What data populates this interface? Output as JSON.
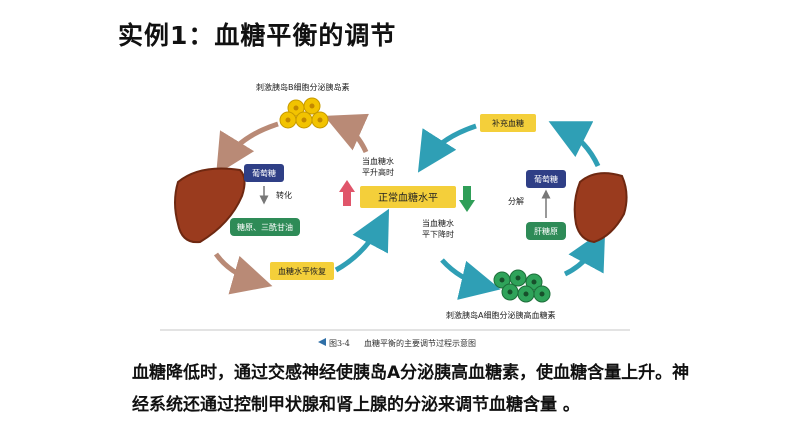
{
  "slide": {
    "title": "实例1：血糖平衡的调节",
    "paragraph": "血糖降低时，通过交感神经使胰岛A分泌胰高血糖素，使血糖含量上升。神经系统还通过控制甲状腺和肾上腺的分泌来调节血糖含量 。"
  },
  "diagram": {
    "top_left_label": "刺激胰岛B细胞分泌胰岛素",
    "bottom_right_label": "刺激胰岛A细胞分泌胰高血糖素",
    "left_glucose": "葡萄糖",
    "left_convert": "转化",
    "left_product": "糖原、三酰甘油",
    "left_recover": "血糖水平恢复",
    "center_high": "当血糖水平升高时",
    "center_high_l1": "当血糖水",
    "center_high_l2": "平升高时",
    "center_normal": "正常血糖水平",
    "center_low_l1": "当血糖水",
    "center_low_l2": "平下降时",
    "right_supplement": "补充血糖",
    "right_glucose": "葡萄糖",
    "right_decompose": "分解",
    "right_glycogen": "肝糖原",
    "caption_fig": "图3-4",
    "caption_text": "血糖平衡的主要调节过程示意图"
  },
  "colors": {
    "brown_arrow": "#b98a76",
    "teal_arrow": "#2f9fb5",
    "navy_box": "#2f3f86",
    "green_box": "#2e8b57",
    "yellow_box": "#f4cf3a",
    "liver": "#9a3b1e",
    "up_arrow": "#e0556a",
    "down_arrow": "#2f9e58",
    "beta_cells": "#f2c300",
    "alpha_cells": "#2fa35a"
  },
  "icons": [
    "liver-icon",
    "beta-cell-cluster-icon",
    "alpha-cell-cluster-icon",
    "up-arrow-icon",
    "down-arrow-icon"
  ]
}
